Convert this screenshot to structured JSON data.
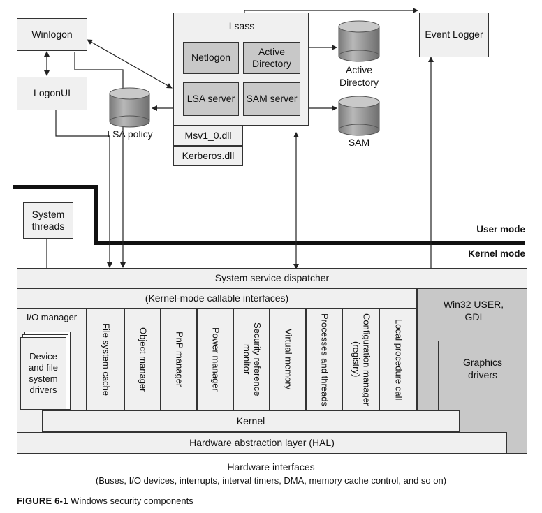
{
  "lsass": {
    "title": "Lsass",
    "netlogon": "Netlogon",
    "active_directory_box": "Active Directory",
    "lsa_server": "LSA server",
    "sam_server": "SAM server",
    "msv": "Msv1_0.dll",
    "kerberos": "Kerberos.dll"
  },
  "user_side": {
    "winlogon": "Winlogon",
    "logonui": "LogonUI",
    "event_logger": "Event Logger",
    "system_threads": "System threads"
  },
  "databases": {
    "lsa_policy": "LSA policy",
    "active_directory": "Active Directory",
    "sam": "SAM"
  },
  "modes": {
    "user": "User mode",
    "kernel": "Kernel mode"
  },
  "kernel": {
    "dispatcher": "System service dispatcher",
    "callable": "(Kernel-mode callable interfaces)",
    "io_manager": "I/O manager",
    "device_drivers": "Device and file system drivers",
    "components": [
      "File system cache",
      "Object manager",
      "PnP manager",
      "Power manager",
      "Security reference monitor",
      "Virtual memory",
      "Processes and threads",
      "Configuration manager (registry)",
      "Local procedure call"
    ],
    "win32": "Win32 USER, GDI",
    "graphics": "Graphics drivers",
    "kernel": "Kernel",
    "hal": "Hardware abstraction layer (HAL)"
  },
  "hardware": {
    "title": "Hardware interfaces",
    "detail": "(Buses, I/O devices, interrupts, interval timers, DMA, memory cache control, and so on)"
  },
  "caption": {
    "figure": "FIGURE 6-1",
    "text": "Windows security components"
  }
}
